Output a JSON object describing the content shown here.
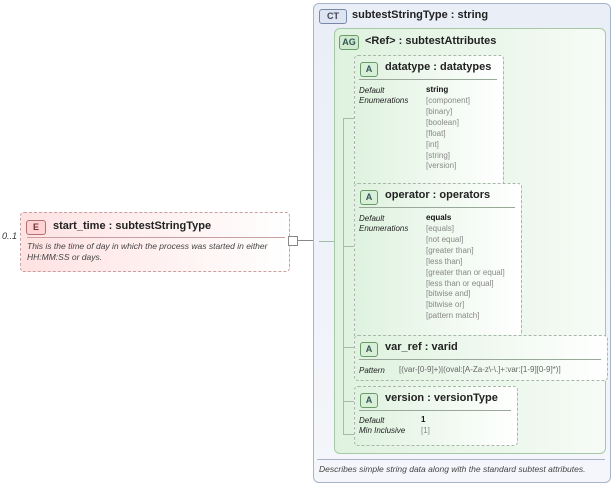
{
  "element": {
    "occurrence": "0..1",
    "tag": "E",
    "title": "start_time  : subtestStringType",
    "description": "This is the time of day in which the process was started in either HH:MM:SS or days."
  },
  "complex_type": {
    "tag": "CT",
    "title": "subtestStringType  : string",
    "description": "Describes simple string data along with the standard subtest attributes."
  },
  "attribute_group": {
    "tag": "AG",
    "title": "<Ref>      : subtestAttributes"
  },
  "attributes": [
    {
      "tag": "A",
      "title": "datatype  : datatypes",
      "labels": [
        "Default",
        "Enumerations"
      ],
      "default": "string",
      "values": [
        "[component]",
        "[binary]",
        "[boolean]",
        "[float]",
        "[int]",
        "[string]",
        "[version]"
      ]
    },
    {
      "tag": "A",
      "title": "operator  : operators",
      "labels": [
        "Default",
        "Enumerations"
      ],
      "default": "equals",
      "values": [
        "[equals]",
        "[not equal]",
        "[greater than]",
        "[less than]",
        "[greater than or equal]",
        "[less than or equal]",
        "[bitwise and]",
        "[bitwise or]",
        "[pattern match]"
      ]
    },
    {
      "tag": "A",
      "title": "var_ref    : varid",
      "labels": [
        "Pattern"
      ],
      "pattern": "[(var-[0-9]+)|(oval:[A-Za-z\\-\\.]+:var:[1-9][0-9]*)]"
    },
    {
      "tag": "A",
      "title": "version    : versionType",
      "labels": [
        "Default",
        "Min Inclusive"
      ],
      "default": "1",
      "values": [
        "[1]"
      ]
    }
  ]
}
